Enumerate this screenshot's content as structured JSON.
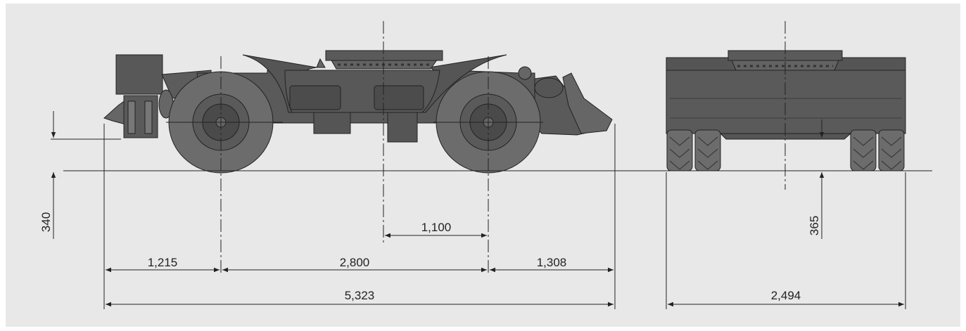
{
  "drawing": {
    "background_color": "#e8e8e8",
    "machine_color": "#5a5a5a",
    "tyre_color": "#6a6a6a",
    "line_color": "#222222"
  },
  "dimensions": {
    "front_overhang": "1,215",
    "wheelbase": "2,800",
    "rear_overhang": "1,308",
    "overall_length": "5,323",
    "fifth_wheel_offset": "1,100",
    "ground_clearance_side": "340",
    "ground_clearance_rear": "365",
    "overall_width": "2,494"
  }
}
